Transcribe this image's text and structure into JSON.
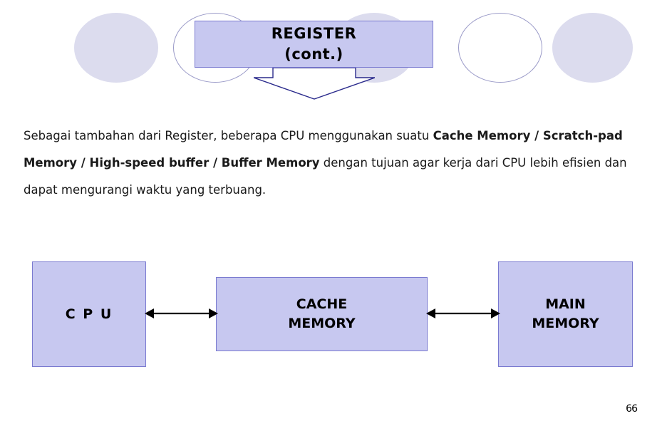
{
  "slide": {
    "title": {
      "line1": "REGISTER",
      "line2": "(cont.)"
    },
    "body": {
      "segments": [
        {
          "text": "Sebagai tambahan dari Register, beberapa CPU menggunakan suatu ",
          "bold": false
        },
        {
          "text": "Cache Memory / Scratch-pad Memory / High-speed buffer / Buffer Memory",
          "bold": true
        },
        {
          "text": " dengan tujuan agar kerja dari CPU lebih efisien dan dapat mengurangi waktu yang terbuang.",
          "bold": false
        }
      ],
      "plain": "Sebagai tambahan dari Register, beberapa CPU menggunakan suatu Cache Memory / Scratch-pad Memory / High-speed buffer / Buffer Memory dengan tujuan agar kerja dari CPU lebih efisien dan dapat mengurangi waktu yang terbuang."
    },
    "diagram": {
      "boxes": [
        {
          "id": "cpu",
          "line1": "C P U",
          "line2": ""
        },
        {
          "id": "cache",
          "line1": "CACHE",
          "line2": "MEMORY"
        },
        {
          "id": "main",
          "line1": "MAIN",
          "line2": "MEMORY"
        }
      ],
      "connectors": [
        {
          "id": "cpu-cache",
          "type": "double-arrow"
        },
        {
          "id": "cache-main",
          "type": "double-arrow"
        }
      ]
    },
    "page_number": "66",
    "colors": {
      "box_fill": "#c7c8f0",
      "box_border": "#7a7ad0",
      "circle_fill": "#dcdcee",
      "circle_border": "#9a9ac8",
      "text": "#000000",
      "background": "#ffffff"
    }
  }
}
